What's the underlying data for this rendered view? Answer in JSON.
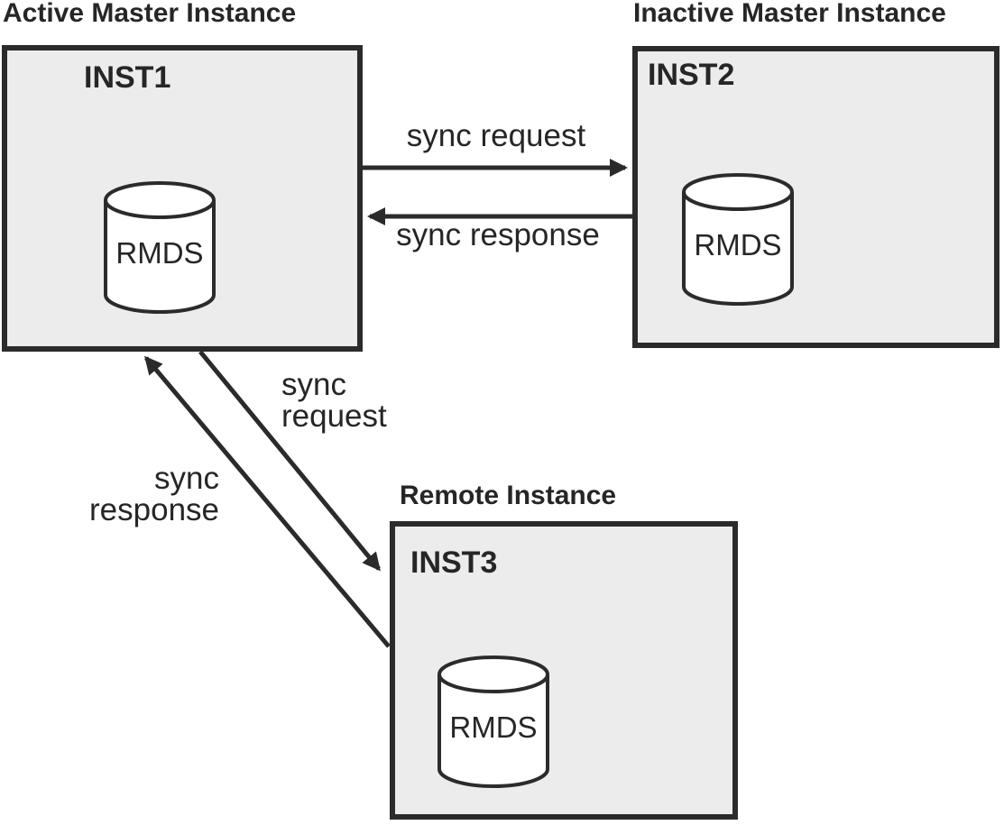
{
  "colors": {
    "background": "#ffffff",
    "box_fill": "#ececec",
    "stroke": "#2b2b2b",
    "text": "#262626"
  },
  "instances": [
    {
      "title": "Active Master Instance",
      "name": "INST1",
      "db": "RMDS"
    },
    {
      "title": "Inactive Master Instance",
      "name": "INST2",
      "db": "RMDS"
    },
    {
      "title": "Remote Instance",
      "name": "INST3",
      "db": "RMDS"
    }
  ],
  "arrows": [
    {
      "from": "INST1",
      "to": "INST2",
      "label": "sync request"
    },
    {
      "from": "INST2",
      "to": "INST1",
      "label": "sync response"
    },
    {
      "from": "INST1",
      "to": "INST3",
      "label": "sync request",
      "lines": [
        "sync",
        "request"
      ]
    },
    {
      "from": "INST3",
      "to": "INST1",
      "label": "sync response",
      "lines": [
        "sync",
        "response"
      ]
    }
  ]
}
